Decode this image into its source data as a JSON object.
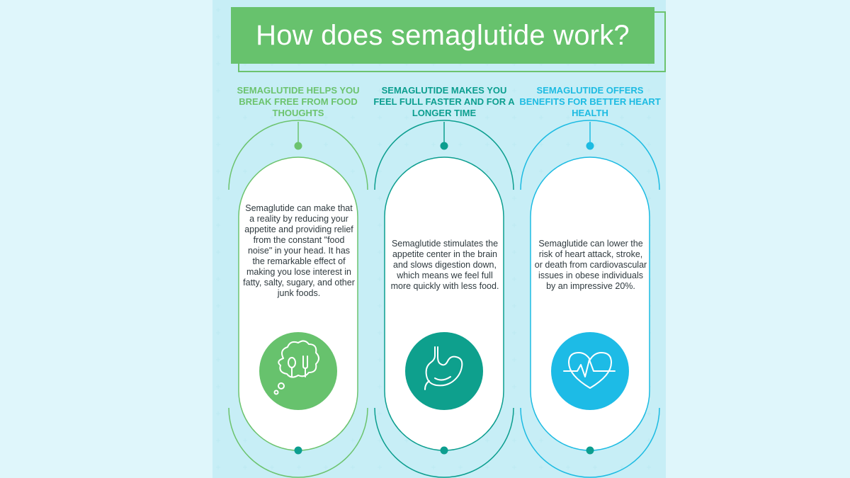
{
  "title": "How does semaglutide work?",
  "columns": [
    {
      "heading": "SEMAGLUTIDE HELPS YOU BREAK FREE FROM FOOD THOUGHTS",
      "body": "Semaglutide can make that a reality by reducing your appetite and providing relief from the constant \"food noise\" in your head. It has the remarkable effect of making you lose interest in fatty, salty, sugary, and other junk foods.",
      "color": "#6cc36e",
      "icon": "food-thought-icon"
    },
    {
      "heading": "SEMAGLUTIDE MAKES YOU FEEL FULL FASTER AND FOR A LONGER TIME",
      "body": "Semaglutide stimulates the appetite center in the brain and slows digestion down, which means we feel full more quickly with less food.",
      "color": "#0c9e8f",
      "icon": "stomach-icon"
    },
    {
      "heading": "SEMAGLUTIDE OFFERS BENEFITS FOR BETTER HEART HEALTH",
      "body": "Semaglutide can lower the risk of heart attack, stroke, or death from cardiovascular issues in obese individuals by an impressive 20%.",
      "color": "#1dbbe2",
      "icon": "heart-pulse-icon"
    }
  ]
}
